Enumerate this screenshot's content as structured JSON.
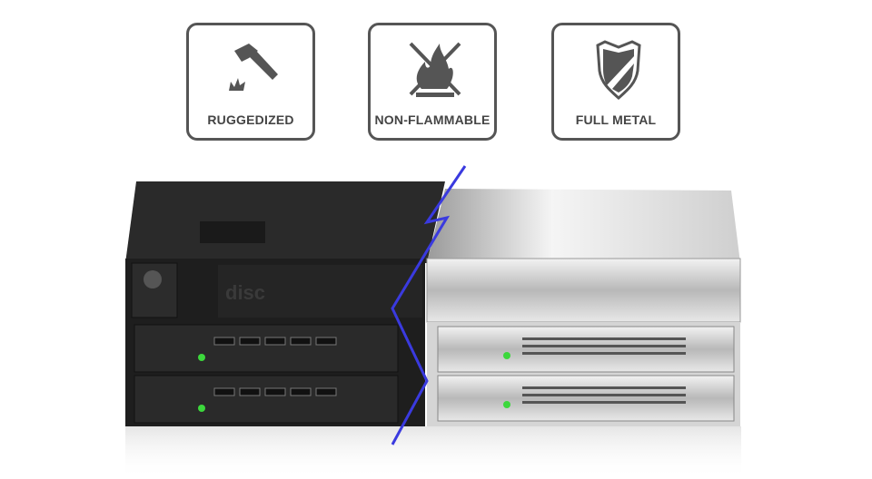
{
  "features": [
    {
      "label": "RUGGEDIZED",
      "icon": "hammer-icon"
    },
    {
      "label": "NON-FLAMMABLE",
      "icon": "no-fire-icon"
    },
    {
      "label": "FULL METAL",
      "icon": "shield-icon"
    }
  ],
  "product": {
    "brand_mark": "disc"
  },
  "colors": {
    "badge_border": "#555555",
    "accent_line": "#3a3adf",
    "led": "#3cd83c"
  }
}
